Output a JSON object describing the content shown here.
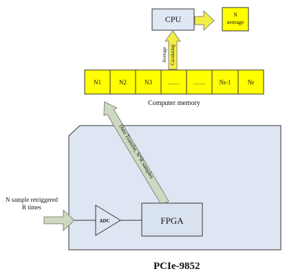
{
  "cpu": {
    "label": "CPU"
  },
  "n_average": {
    "line1": "N",
    "line2": "average"
  },
  "average_calc": {
    "line1": "Average",
    "line2": "Caculating"
  },
  "memory": {
    "cells": [
      "N1",
      "N2",
      "N3",
      "……",
      "……",
      "Nr-1",
      "Nr"
    ],
    "caption": "Computer memory"
  },
  "transfer": {
    "label": "Data Transfer, N*R samples"
  },
  "input": {
    "line1": "N sample retriggered",
    "line2": "R times"
  },
  "adc": {
    "label": "ADC"
  },
  "fpga": {
    "label": "FPGA"
  },
  "board": {
    "label": "PCIe-9852"
  },
  "colors": {
    "yellow": "#ffff00",
    "arrow_yellow": "#f2ee46",
    "cpu_fill": "#dfe9f5",
    "board_fill": "#dde6f2",
    "fpga_fill": "#d9e3ef",
    "arrow_gray": "#cfd8c2",
    "arrow_gray_stroke": "#7e8878"
  }
}
